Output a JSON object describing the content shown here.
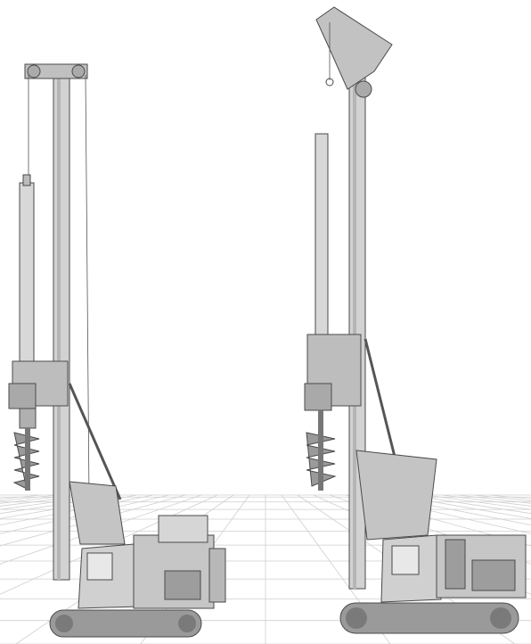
{
  "scene": {
    "description_visible_text": "",
    "rigs": [
      {
        "id": "left",
        "type": "drilling-rig",
        "view": "side"
      },
      {
        "id": "right",
        "type": "drilling-rig",
        "view": "three-quarter"
      }
    ],
    "colors": {
      "background": "#ffffff",
      "grid": "#c8c8c8",
      "body": "#c9c9c9",
      "body_dark": "#8a8a8a",
      "outline": "#4a4a4a",
      "track": "#9a9a9a"
    }
  }
}
